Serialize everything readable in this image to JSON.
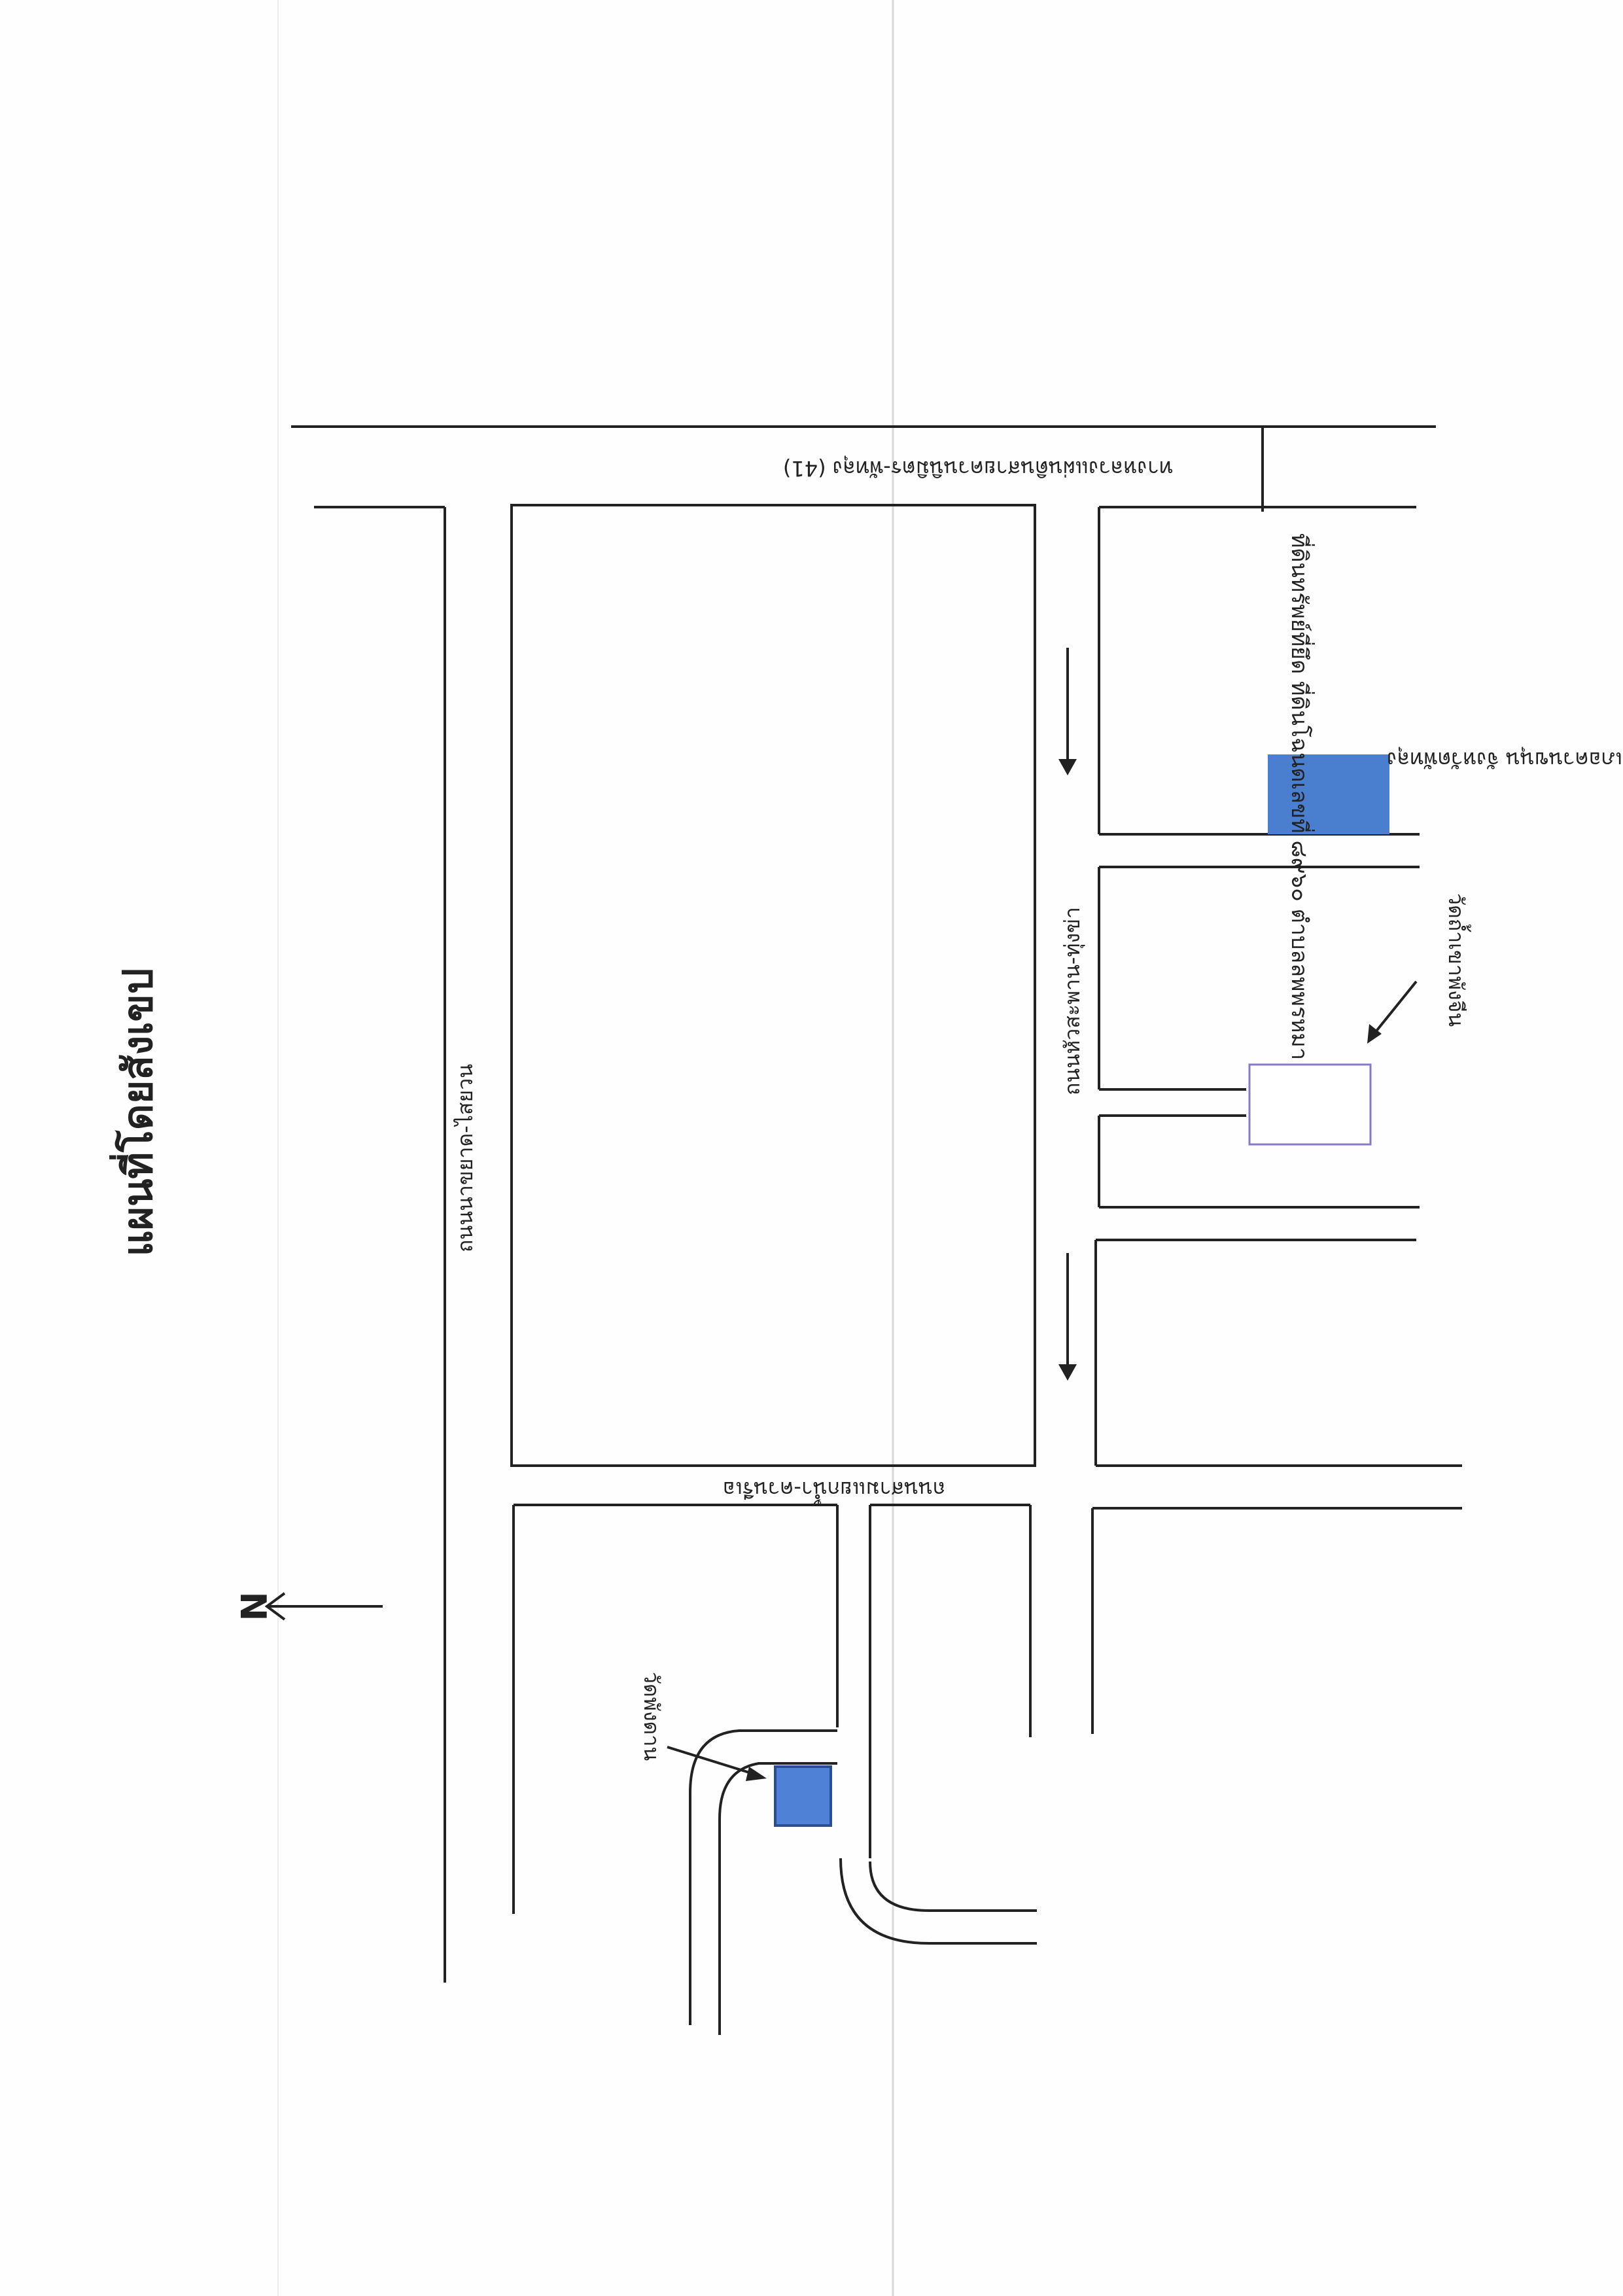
{
  "map": {
    "title": "แผนที่โดยสังเขป",
    "north_label": "N",
    "roads": {
      "highway": "ทางหลวงแผ่นดินสายควนนิมิตร-พัทลุง (41)",
      "road_yang_yao": "ถนนนาขยาด-ไสยวน",
      "road_hua_tang": "ถนนหัวสะพาน-ทุ่งข่า",
      "road_song_sala": "ถนนสามแยกน้ำ-ควนรีเอ"
    },
    "landmarks": {
      "subject_property": "ที่ดินทรัพย์ที่ยึด ที่ดินโฉนดเลขที่ ๘๙๖๐ ตำบลลพพรหมา",
      "subject_property_line2": "อำเภอควนขนุน จังหวัดพัทลุง",
      "temple_north": "วัดถ้ำเขาพังจีน",
      "temple_south": "วัดพังดาน"
    },
    "colors": {
      "subject_fill": "#4a7fd0",
      "temple_south_fill": "#4f82d6",
      "temple_north_stroke": "#8a78c8"
    }
  }
}
